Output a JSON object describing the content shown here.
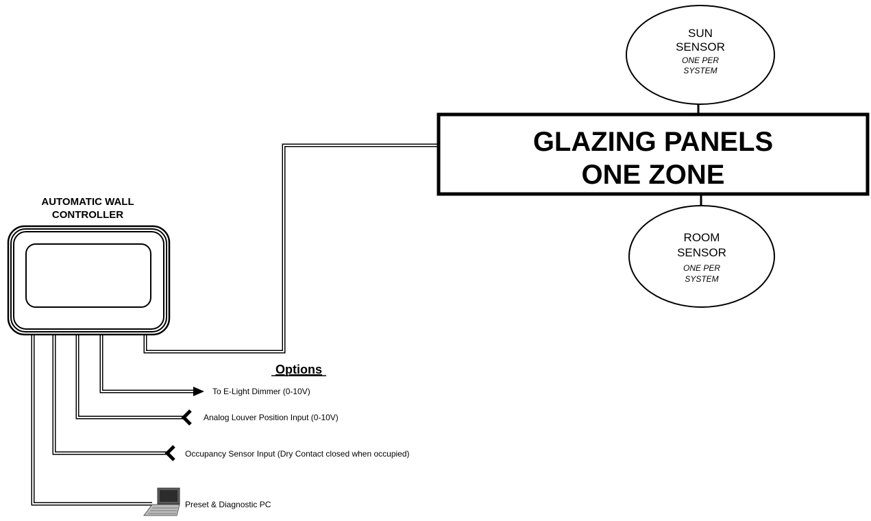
{
  "controller": {
    "label_line1": "AUTOMATIC WALL",
    "label_line2": "CONTROLLER"
  },
  "panel": {
    "line1": "GLAZING PANELS",
    "line2": "ONE ZONE"
  },
  "sun_sensor": {
    "line1": "SUN",
    "line2": "SENSOR",
    "note1": "ONE PER",
    "note2": "SYSTEM"
  },
  "room_sensor": {
    "line1": "ROOM",
    "line2": "SENSOR",
    "note1": "ONE PER",
    "note2": "SYSTEM"
  },
  "options": {
    "heading": "Options",
    "items": [
      {
        "label": "To E-Light Dimmer (0-10V)",
        "direction": "output",
        "icon": "arrow-right-icon"
      },
      {
        "label": "Analog Louver Position Input (0-10V)",
        "direction": "input",
        "icon": "chevron-left-icon"
      },
      {
        "label": "Occupancy Sensor Input (Dry Contact closed when occupied)",
        "direction": "input",
        "icon": "chevron-left-icon"
      },
      {
        "label": "Preset & Diagnostic PC",
        "direction": "device",
        "icon": "laptop-icon"
      }
    ]
  }
}
